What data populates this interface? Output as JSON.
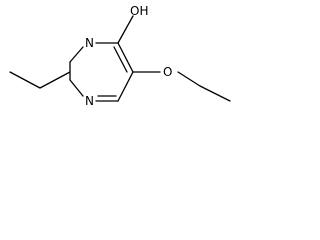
{
  "molecule": {
    "atoms": {
      "n_top": "N",
      "n_bottom": "N",
      "hydroxyl": "OH",
      "ether_o": "O"
    }
  },
  "colors": {
    "ink": "#000000",
    "background": "#ffffff"
  }
}
